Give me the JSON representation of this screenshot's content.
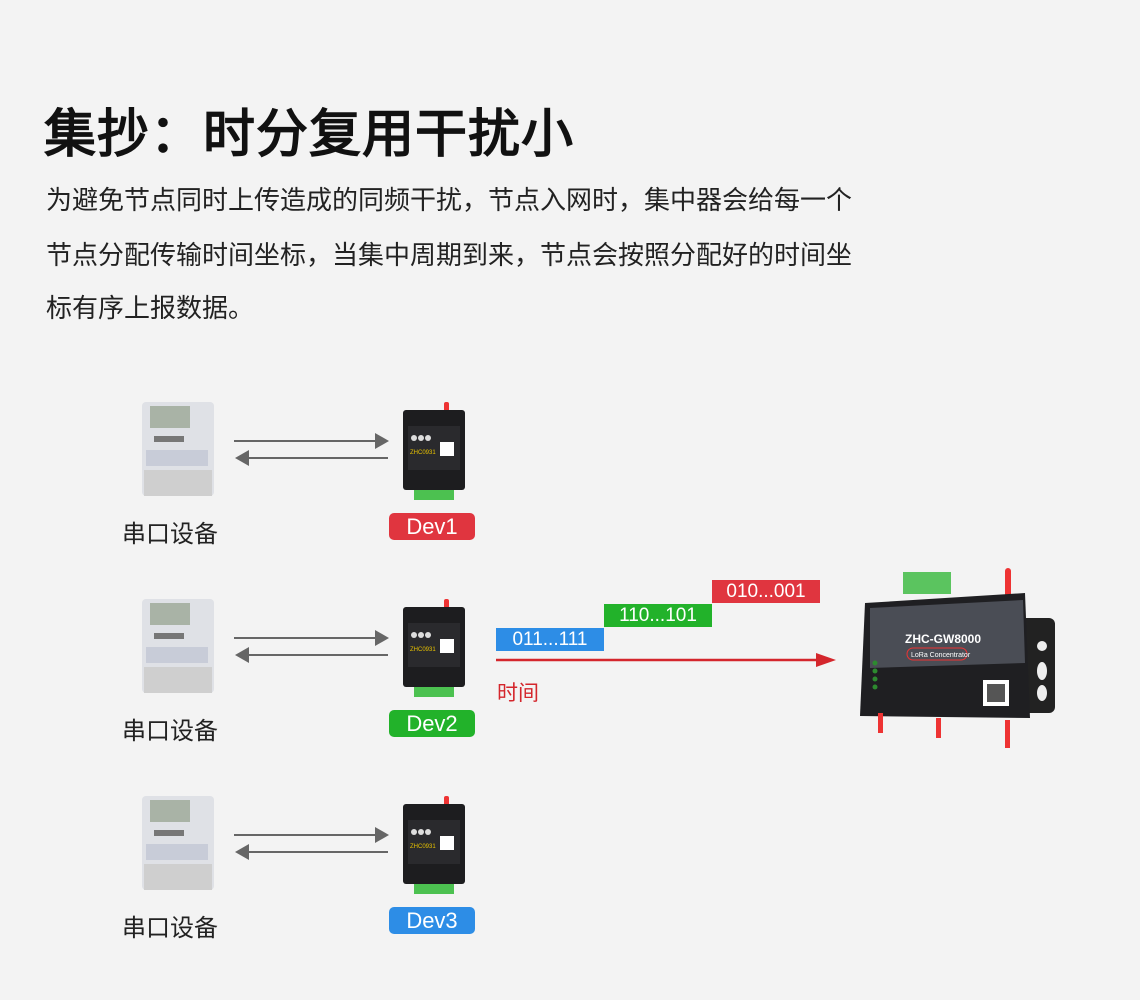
{
  "title": "集抄：时分复用干扰小",
  "description": [
    "为避免节点同时上传造成的同频干扰，节点入网时，集中器会给每一个",
    "节点分配传输时间坐标，当集中周期到来，节点会按照分配好的时间坐",
    "标有序上报数据。"
  ],
  "rows": [
    {
      "device_label": "串口设备",
      "badge": "Dev1",
      "color": "#e0353f"
    },
    {
      "device_label": "串口设备",
      "badge": "Dev2",
      "color": "#22b22a"
    },
    {
      "device_label": "串口设备",
      "badge": "Dev3",
      "color": "#2d8de6"
    }
  ],
  "packets": [
    {
      "text": "011...111",
      "color": "#2d8de6"
    },
    {
      "text": "110...101",
      "color": "#22b22a"
    },
    {
      "text": "010...001",
      "color": "#e0353f"
    }
  ],
  "time_label": "时间",
  "module_model": "ZHC0931",
  "gateway": {
    "model": "ZHC-GW8000",
    "subtitle": "LoRa Concentrator"
  }
}
